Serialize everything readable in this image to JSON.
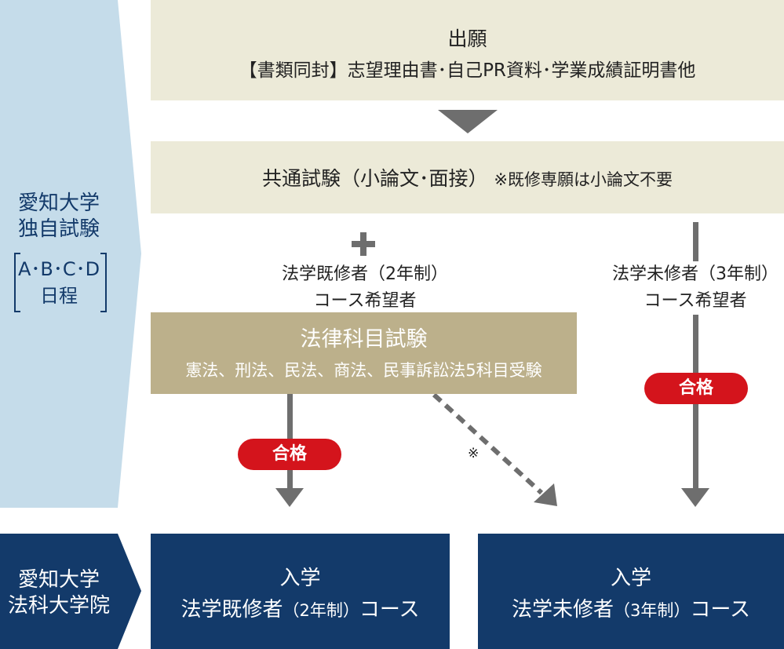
{
  "sidebar": {
    "exam_title_line1": "愛知大学",
    "exam_title_line2": "独自試験",
    "schedule_line1": "A･B･C･D",
    "schedule_line2": "日程",
    "school_line1": "愛知大学",
    "school_line2": "法科大学院"
  },
  "application": {
    "title": "出願",
    "documents": "【書類同封】志望理由書･自己PR資料･学業成績証明書他"
  },
  "common_exam": {
    "title": "共通試験（小論文･面接）",
    "note": "※既修専願は小論文不要"
  },
  "plus_symbol": "+",
  "advanced_track": {
    "label_line1": "法学既修者（2年制）",
    "label_line2": "コース希望者"
  },
  "standard_track": {
    "label_line1": "法学未修者（3年制）",
    "label_line2": "コース希望者"
  },
  "law_exam": {
    "title": "法律科目試験",
    "subjects": "憲法、刑法、民法、商法、民事訴訟法5科目受験"
  },
  "pass_badge_left": "合格",
  "pass_badge_right": "合格",
  "dashed_note": "※",
  "result_advanced": {
    "line1": "入学",
    "line2_main": "法学既修者",
    "line2_paren": "（2年制）",
    "line2_tail": "コース"
  },
  "result_standard": {
    "line1": "入学",
    "line2_main": "法学未修者",
    "line2_paren": "（3年制）",
    "line2_tail": "コース"
  },
  "colors": {
    "sidebar_light": "#c5dcea",
    "beige_box": "#ecead8",
    "law_box": "#bcb08b",
    "navy": "#133a6a",
    "pass_red": "#d4141c",
    "arrow_gray": "#6e6e6e"
  }
}
